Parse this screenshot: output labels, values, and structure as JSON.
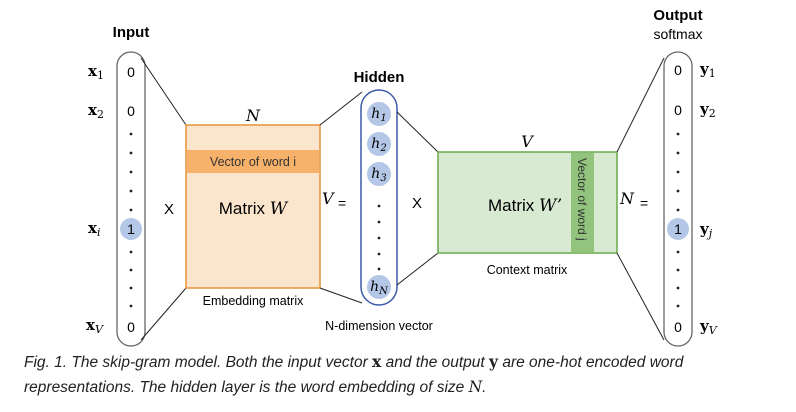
{
  "input": {
    "title": "Input",
    "labels": [
      "x",
      "x",
      "x",
      "x"
    ],
    "subs": [
      "1",
      "2",
      "i",
      "V"
    ],
    "values": [
      "0",
      "0",
      "1",
      "0"
    ]
  },
  "ops": {
    "multiply": "X",
    "equals": "="
  },
  "embedding": {
    "top_label": "N",
    "side_label": "V",
    "row_label": "Vector of word i",
    "matrix_label": "Matrix",
    "matrix_symbol": "W",
    "caption": "Embedding matrix"
  },
  "hidden": {
    "title": "Hidden",
    "units": [
      "h",
      "h",
      "h",
      "h"
    ],
    "unit_subs": [
      "1",
      "2",
      "3",
      "N"
    ],
    "caption": "N-dimension vector"
  },
  "context": {
    "top_label": "V",
    "side_label": "N",
    "col_label": "Vector of word j",
    "matrix_label": "Matrix",
    "matrix_symbol": "W’",
    "caption": "Context matrix"
  },
  "output": {
    "title": "Output",
    "subtitle": "softmax",
    "labels": [
      "y",
      "y",
      "y",
      "y"
    ],
    "subs": [
      "1",
      "2",
      "j",
      "V"
    ],
    "values": [
      "0",
      "0",
      "1",
      "0"
    ]
  },
  "caption": {
    "line1_a": "Fig. 1. The skip-gram model. Both the input vector ",
    "line1_x": "x",
    "line1_b": " and the output ",
    "line1_y": "y",
    "line1_c": " are one-hot encoded word",
    "line2_a": "representations. The hidden layer is the word embedding of size ",
    "line2_n": "N",
    "line2_b": "."
  },
  "colors": {
    "embedding_fill": "#fce5cd",
    "embedding_border": "#e69138",
    "embedding_row": "#f6b26b",
    "context_fill": "#d9ead3",
    "context_border": "#6aa84f",
    "context_col": "#93c47d",
    "hidden_border": "#3c5aa8",
    "highlight": "#b4c7e7"
  }
}
